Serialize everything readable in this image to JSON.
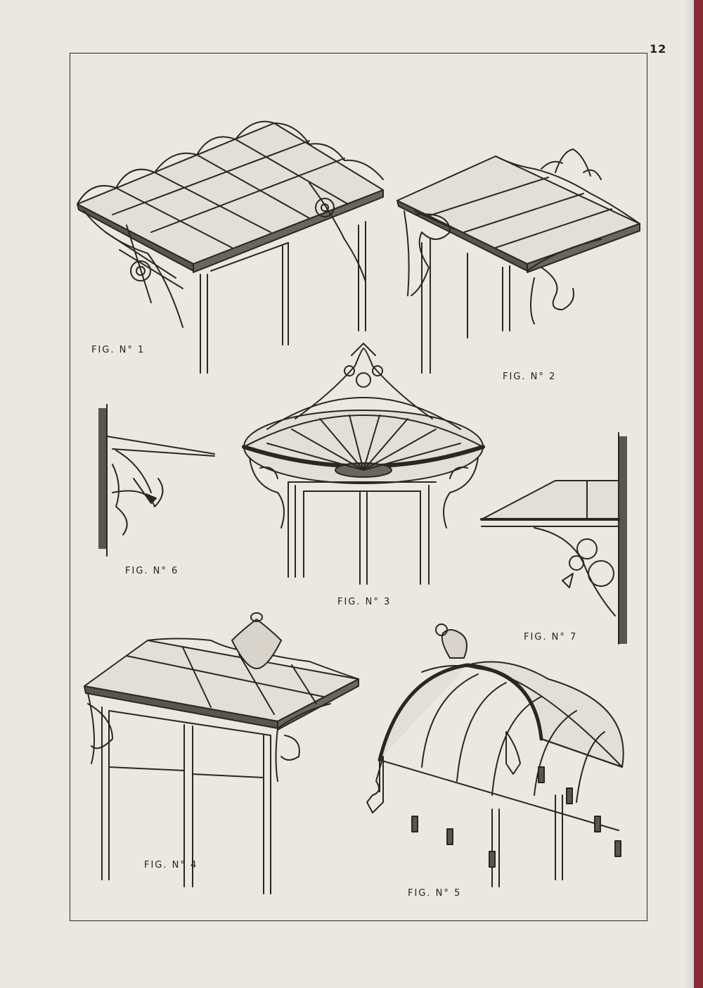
{
  "page_number": "12",
  "figures": [
    {
      "id": "1",
      "caption": "FIG. N° 1"
    },
    {
      "id": "2",
      "caption": "FIG. N° 2"
    },
    {
      "id": "3",
      "caption": "FIG. N° 3"
    },
    {
      "id": "4",
      "caption": "FIG. N° 4"
    },
    {
      "id": "5",
      "caption": "FIG. N° 5"
    },
    {
      "id": "6",
      "caption": "FIG. N° 6"
    },
    {
      "id": "7",
      "caption": "FIG. N° 7"
    }
  ],
  "colors": {
    "paper": "#ebe8e2",
    "ink": "#2a2622",
    "binding": "#8a2a35"
  }
}
